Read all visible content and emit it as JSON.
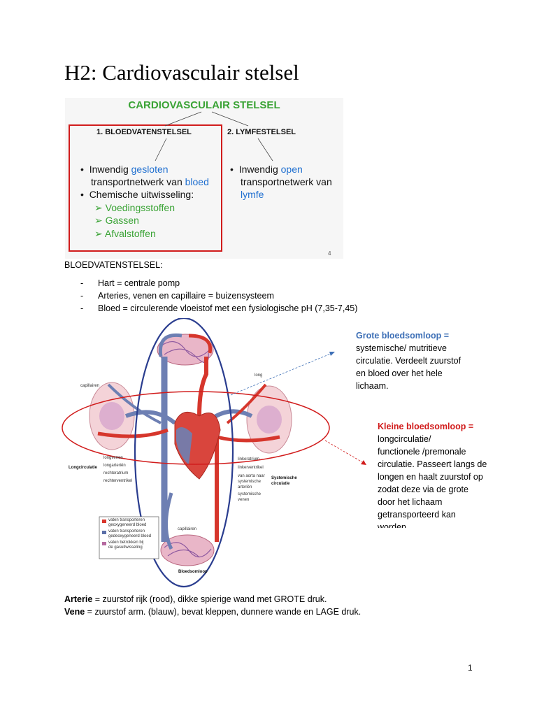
{
  "title": "H2: Cardiovasculair stelsel",
  "slide": {
    "title": "CARDIOVASCULAIR STELSEL",
    "left_heading": "1. BLOEDVATENSTELSEL",
    "right_heading": "2. LYMFESTELSEL",
    "left_b1_pre": "Inwendig ",
    "left_b1_hl": "gesloten",
    "left_b1_line2_pre": "transportnetwerk van ",
    "left_b1_line2_hl": "bloed",
    "left_b2": "Chemische uitwisseling:",
    "left_sub": [
      "Voedingsstoffen",
      "Gassen",
      "Afvalstoffen"
    ],
    "right_b1_pre": "Inwendig ",
    "right_b1_hl": "open",
    "right_b1_line2": "transportnetwerk van",
    "right_b1_line3": "lymfe",
    "page_num": "4"
  },
  "section_heading": "BLOEDVATENSTELSEL:",
  "list": [
    "Hart = centrale pomp",
    "Arteries, venen en capillaire = buizensysteem",
    "Bloed = circulerende vloeistof met een fysiologische pH (7,35-7,45)"
  ],
  "grote": {
    "heading": "Grote bloedsomloop =",
    "lines": [
      "systemische/ mutritieve",
      "circulatie. Verdeelt zuurstof",
      "en bloed over het hele",
      "lichaam."
    ]
  },
  "kleine": {
    "heading": "Kleine bloedsomloop =",
    "lines": [
      "longcirculatie/",
      "functionele /premonale",
      "circulatie. Passeert langs de",
      "longen en haalt zuurstof op",
      "zodat deze via de grote",
      "door het lichaam",
      "getransporteerd kan",
      "worden."
    ]
  },
  "diagram": {
    "labels": {
      "capillairen_top": "capillairen",
      "long": "long",
      "longcirculatie": "Longcirculatie",
      "longvenen": "longvenen",
      "longarterien": "longarteriën",
      "rechteratrium": "rechteratrium",
      "rechterventrikel": "rechterventrikel",
      "linkeratrium": "linkeratrium",
      "linkerventrikel": "linkerventrikel",
      "aorta": "van aorta naar",
      "systemische_arterien": "systemische",
      "arterien": "arteriën",
      "systemische_venen": "systemische",
      "venen": "venen",
      "systemische_circulatie": "Systemische",
      "circulatie": "circulatie",
      "capillairen_bottom": "capillairen",
      "bloedsomloop": "Bloedsomloop"
    },
    "legend": [
      {
        "color": "#d9342b",
        "text1": "vaten transporteren",
        "text2": "geoxygeneerd bloed"
      },
      {
        "color": "#5b6fa8",
        "text1": "vaten transporteren",
        "text2": "gedeoxygeneerd bloed"
      },
      {
        "color": "#b56aa0",
        "text1": "vaten betrokken bij",
        "text2": "de gasuitwisseling"
      }
    ]
  },
  "arterie": {
    "label": "Arterie",
    "text": " = zuurstof rijk (rood), dikke spierige wand met GROTE druk."
  },
  "vene": {
    "label": "Vene",
    "text": " = zuurstof arm. (blauw), bevat kleppen, dunnere wande en LAGE druk."
  },
  "page_number": "1",
  "colors": {
    "green": "#3aa335",
    "blue": "#1f6fd0",
    "red": "#d11c1c",
    "grote": "#3d6fb6"
  }
}
